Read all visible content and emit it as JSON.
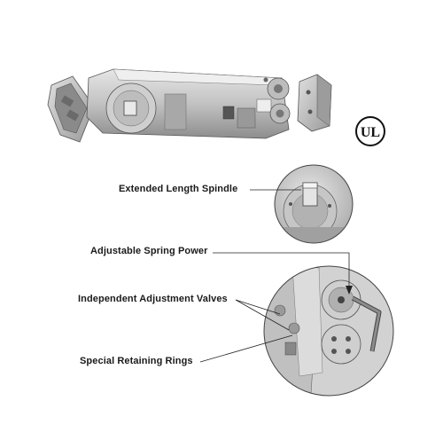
{
  "callouts": {
    "spindle": "Extended Length Spindle",
    "spring": "Adjustable Spring Power",
    "valves": "Independent Adjustment Valves",
    "rings": "Special Retaining Rings"
  },
  "certification_mark": "UL",
  "colors": {
    "metal_light": "#d9d9d9",
    "metal_mid": "#b4b4b4",
    "metal_dark": "#7c7c7c",
    "line": "#222222"
  }
}
